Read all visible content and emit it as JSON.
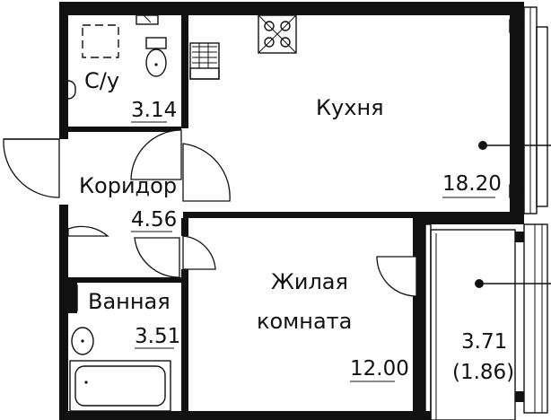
{
  "plan": {
    "rooms": [
      {
        "id": "wc",
        "name": "С/у",
        "area": "3.14"
      },
      {
        "id": "kitchen",
        "name": "Кухня",
        "area": "18.20"
      },
      {
        "id": "corridor",
        "name": "Коридор",
        "area": "4.56"
      },
      {
        "id": "bath",
        "name": "Ванная",
        "area": "3.51"
      },
      {
        "id": "living",
        "name_line1": "Жилая",
        "name_line2": "комната",
        "area": "12.00"
      },
      {
        "id": "balcony",
        "area": "3.71",
        "area_reduced": "(1.86)"
      }
    ]
  }
}
